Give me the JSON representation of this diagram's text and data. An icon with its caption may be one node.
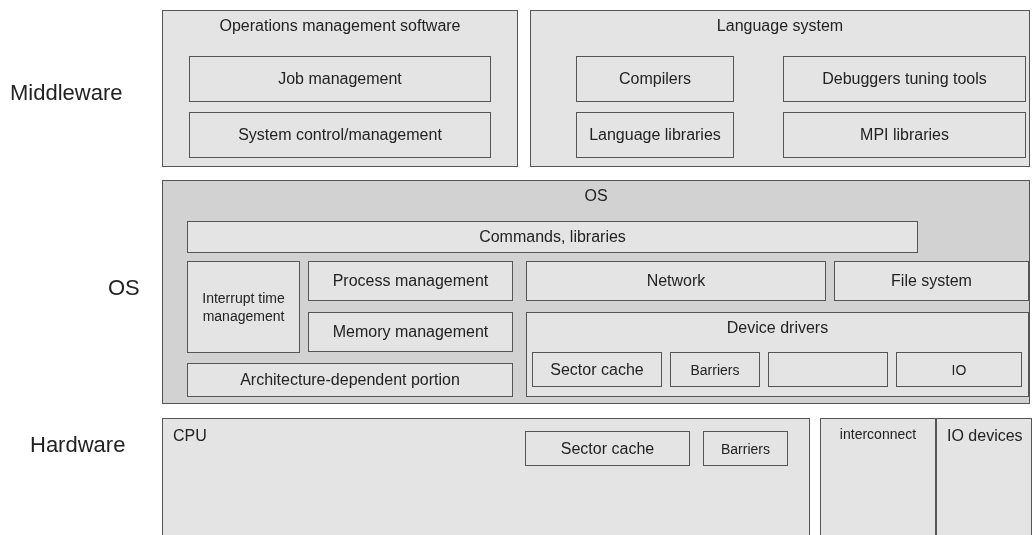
{
  "diagram": {
    "nodes": [
      {
        "text": [
          "Operations management software"
        ]
      },
      {
        "text": [
          "Job management"
        ],
        "in": 0
      },
      {
        "text": [
          "System control/management"
        ],
        "in": 0
      },
      {
        "text": [
          "Language system"
        ]
      },
      {
        "text": [
          "Compilers"
        ],
        "in": 3
      },
      {
        "text": [
          "Debuggers tuning tools"
        ],
        "in": 3
      },
      {
        "text": [
          "Language libraries"
        ],
        "in": 3
      },
      {
        "text": [
          "MPI libraries"
        ],
        "in": 3
      },
      {
        "text": [
          "OS"
        ]
      },
      {
        "text": [
          "Commands, libraries"
        ],
        "in": 8
      },
      {
        "text": [
          "Interrupt time management"
        ],
        "in": 8
      },
      {
        "text": [
          "Process management"
        ],
        "in": 8
      },
      {
        "text": [
          "Network"
        ],
        "in": 8
      },
      {
        "text": [
          "File system"
        ],
        "in": 8
      },
      {
        "text": [
          "Memory management"
        ],
        "in": 8
      },
      {
        "text": [
          "Device drivers"
        ],
        "in": 8
      },
      {
        "text": [
          "Sector cache"
        ],
        "in": 15
      },
      {
        "text": [
          "Barriers"
        ],
        "in": 15
      },
      {
        "text": [],
        "shape": "box",
        "in": 15
      },
      {
        "text": [
          "IO"
        ],
        "in": 15
      },
      {
        "text": [
          "Architecture-dependent portion"
        ],
        "in": 8
      },
      {
        "text": [
          "CPU"
        ]
      },
      {
        "text": [
          "Sector cache"
        ],
        "in": 21
      },
      {
        "text": [
          "Barriers"
        ],
        "in": 21
      },
      {
        "text": [
          "interconnect"
        ]
      },
      {
        "text": [
          "IO devices"
        ]
      }
    ],
    "labels": [
      "Middleware",
      "OS",
      "Hardware"
    ]
  }
}
